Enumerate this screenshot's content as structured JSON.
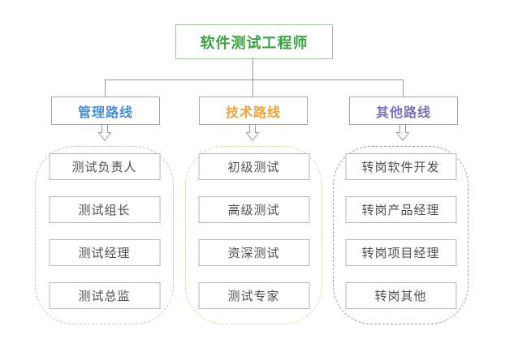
{
  "diagram": {
    "root": {
      "label": "软件测试工程师",
      "color": "#3fa146",
      "border_color": "#a2bfa2"
    },
    "branches": [
      {
        "label": "管理路线",
        "color": "#4a8fd3",
        "container_border_color": "#c6c6c6",
        "items": [
          "测试负责人",
          "测试组长",
          "测试经理",
          "测试总监"
        ]
      },
      {
        "label": "技术路线",
        "color": "#f0a23c",
        "container_border_color": "#d8d89c",
        "items": [
          "初级测试",
          "高级测试",
          "资深测试",
          "测试专家"
        ]
      },
      {
        "label": "其他路线",
        "color": "#7e72b5",
        "container_border_color": "#a0a0a0",
        "items": [
          "转岗软件开发",
          "转岗产品经理",
          "转岗项目经理",
          "转岗其他"
        ]
      }
    ],
    "icons": {
      "down_arrow": "hollow-down-arrow"
    },
    "connector_color": "#9b9b9b"
  }
}
